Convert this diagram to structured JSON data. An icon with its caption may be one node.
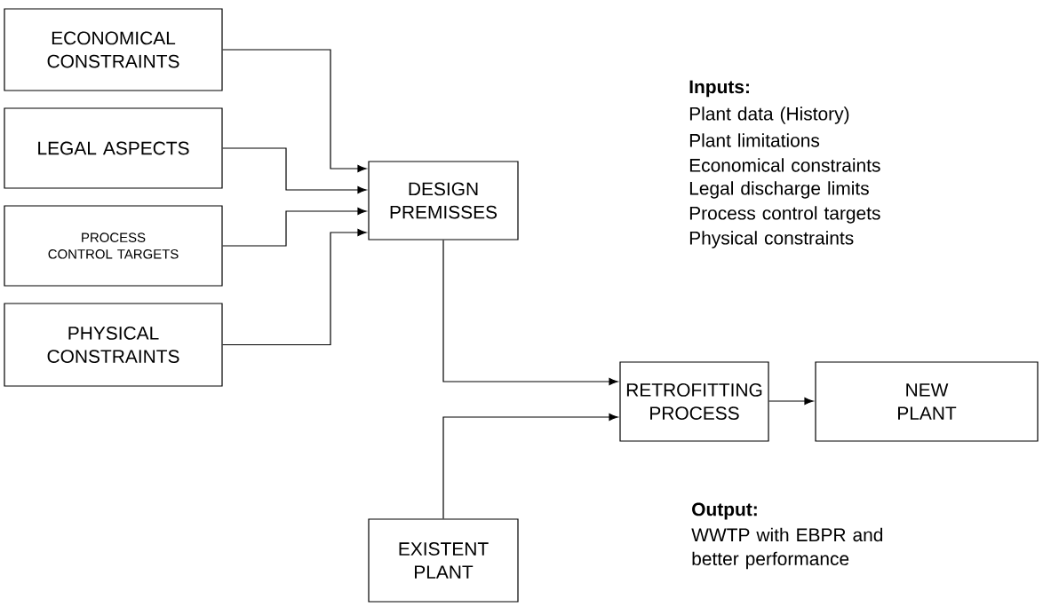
{
  "diagram": {
    "nodes": [
      {
        "text": [
          "ECONOMICAL CONSTRAINTS"
        ]
      },
      {
        "text": [
          "LEGAL ASPECTS"
        ]
      },
      {
        "text": [
          "PROCESS CONTROL TARGETS"
        ]
      },
      {
        "text": [
          "PHYSICAL CONSTRAINTS"
        ]
      },
      {
        "text": [
          "DESIGN PREMISSES"
        ]
      },
      {
        "text": [
          "RETROFITTING PROCESS"
        ]
      },
      {
        "text": [
          "NEW PLANT"
        ]
      },
      {
        "text": [
          "EXISTENT PLANT"
        ]
      }
    ],
    "edges": [
      {
        "from": 0,
        "to": 4,
        "arrow": "to"
      },
      {
        "from": 1,
        "to": 4,
        "arrow": "to"
      },
      {
        "from": 2,
        "to": 4,
        "arrow": "to"
      },
      {
        "from": 3,
        "to": 4,
        "arrow": "to"
      },
      {
        "from": 4,
        "to": 5,
        "arrow": "to"
      },
      {
        "from": 7,
        "to": 5,
        "arrow": "to"
      },
      {
        "from": 5,
        "to": 6,
        "arrow": "to"
      }
    ],
    "labels": [
      "Inputs:",
      "Plant data (History)",
      "Plant limitations",
      "Economical constraints",
      "Legal discharge limits",
      "Process control targets",
      "Physical constraints",
      "Output:",
      "WWTP with EBPR and better performance"
    ]
  }
}
